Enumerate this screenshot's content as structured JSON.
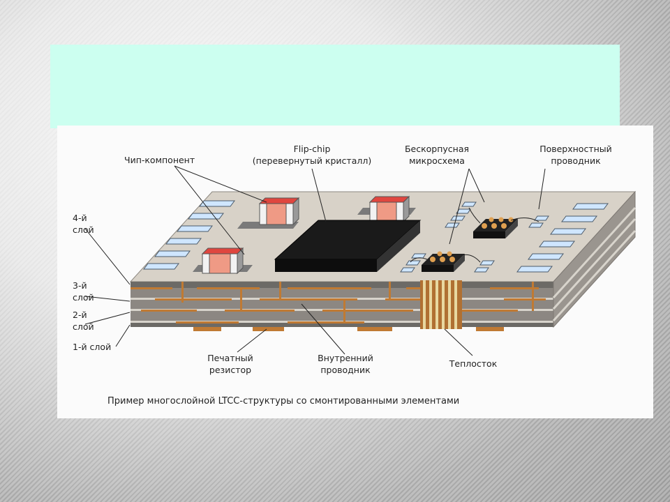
{
  "slide": {
    "title": "",
    "accent_color": "#ccfff0"
  },
  "diagram": {
    "labels": {
      "chip_component": "Чип-компонент",
      "flip_chip_1": "Flip-chip",
      "flip_chip_2": "(перевернутый кристалл)",
      "bare_die_1": "Бескорпусная",
      "bare_die_2": "микросхема",
      "surface_cond_1": "Поверхностный",
      "surface_cond_2": "проводник",
      "layer4_1": "4-й",
      "layer4_2": "слой",
      "layer3_1": "3-й",
      "layer3_2": "слой",
      "layer2_1": "2-й",
      "layer2_2": "слой",
      "layer1": "1-й слой",
      "printed_res_1": "Печатный",
      "printed_res_2": "резистор",
      "inner_cond_1": "Внутренний",
      "inner_cond_2": "проводник",
      "heat_sink": "Теплосток"
    },
    "caption": "Пример многослойной LTCC-структуры со смонтированными элементами",
    "colors": {
      "ceramic_top": "#d8d2c8",
      "layer": "#8a8580",
      "conductor": "#c07a33",
      "pad": "#cfe6ff",
      "chip_red": "#e0463f",
      "flip_chip": "#151515"
    }
  }
}
